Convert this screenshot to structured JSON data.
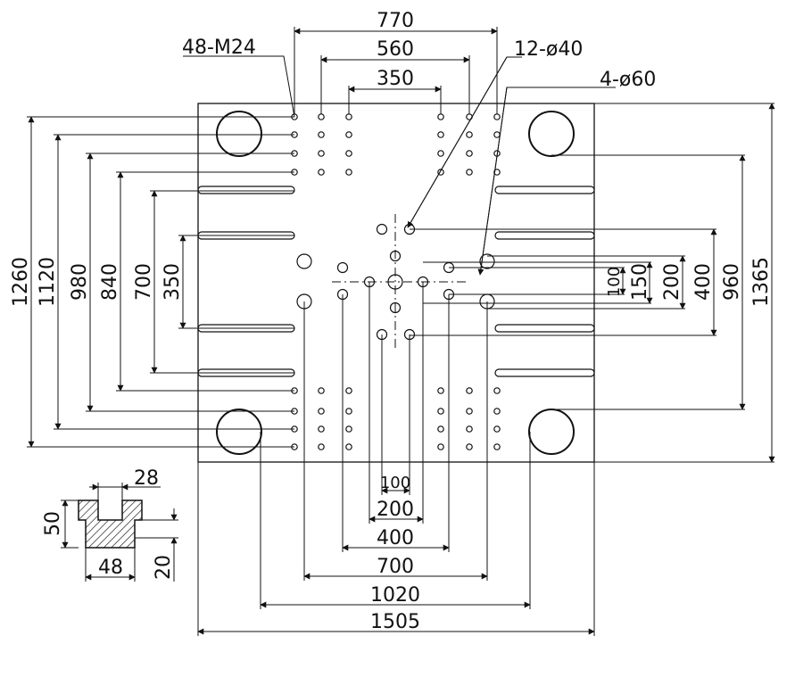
{
  "labels": {
    "holes_m24": "48-M24",
    "holes_d40": "12-ø40",
    "holes_d60": "4-ø60"
  },
  "dims_top": [
    "770",
    "560",
    "350"
  ],
  "dims_left": [
    "1260",
    "1120",
    "980",
    "840",
    "700",
    "350"
  ],
  "dims_right_inner": [
    "100",
    "150",
    "200",
    "400"
  ],
  "dims_right_outer": [
    "960",
    "1365"
  ],
  "dims_bottom": [
    "100",
    "200",
    "400",
    "700",
    "1020",
    "1505"
  ],
  "slot_detail": [
    "28",
    "50",
    "48",
    "20"
  ]
}
